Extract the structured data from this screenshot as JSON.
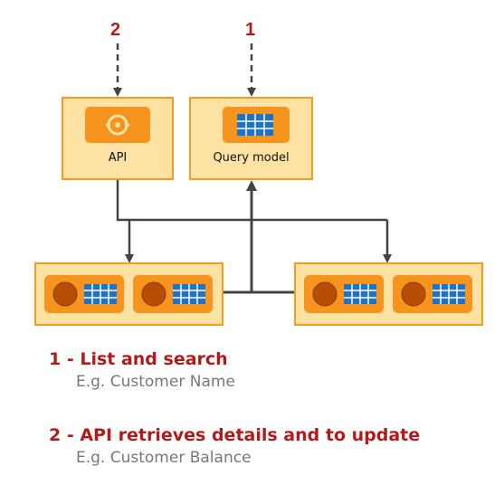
{
  "diagram": {
    "markers": {
      "api": "2",
      "query": "1"
    },
    "nodes": {
      "api": {
        "label": "API"
      },
      "query": {
        "label": "Query model"
      }
    },
    "legend": [
      {
        "title": "1 - List and search",
        "subtitle": "E.g. Customer Name"
      },
      {
        "title": "2 - API retrieves details and to update",
        "subtitle": "E.g. Customer Balance"
      }
    ],
    "colors": {
      "box_fill": "#fde2a4",
      "box_border": "#f39c1f",
      "tile": "#f7941d",
      "accent_red": "#b31b1b",
      "arrow": "#444444",
      "grid_blue": "#1f73c7"
    }
  }
}
